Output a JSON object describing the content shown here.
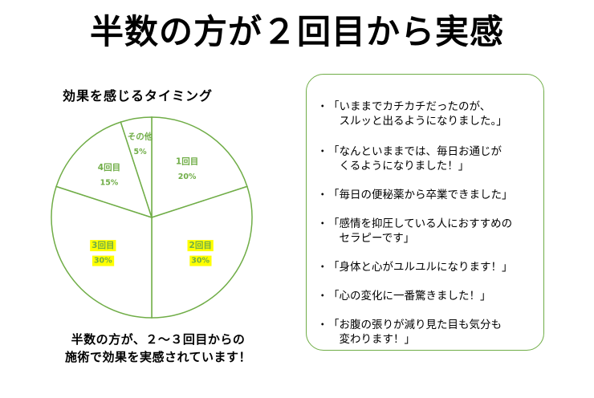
{
  "title": "半数の方が２回目から実感",
  "chart_data": {
    "type": "pie",
    "title": "効果を感じるタイミング",
    "slices": [
      {
        "label": "1回目",
        "value": 20,
        "value_label": "20%",
        "highlight": false
      },
      {
        "label": "2回目",
        "value": 30,
        "value_label": "30%",
        "highlight": true
      },
      {
        "label": "3回目",
        "value": 30,
        "value_label": "30%",
        "highlight": true
      },
      {
        "label": "4回目",
        "value": 15,
        "value_label": "15%",
        "highlight": false
      },
      {
        "label": "その他",
        "value": 5,
        "value_label": "5%",
        "highlight": false
      }
    ],
    "start_angle": "top",
    "direction": "clockwise",
    "colors": {
      "fill": "#ffffff",
      "stroke": "#70ad47",
      "label": "#70ad47",
      "highlight": "#ffff00"
    }
  },
  "caption": {
    "line1": "半数の方が、２〜３回目からの",
    "line2": "施術で効果を実感されています！"
  },
  "testimonials": {
    "bullet": "・",
    "items": [
      "「いままでカチカチだったのが、\n　スルッと出るようになりました。」",
      "「なんといままでは、毎日お通じが\n　くるようになりました！」",
      "「毎日の便秘薬から卒業できました」",
      "「感情を抑圧している人におすすめの\n　セラピーです」",
      "「身体と心がユルユルになります！」",
      "「心の変化に一番驚きました！」",
      "「お腹の張りが減り見た目も気分も\n　変わります！」"
    ],
    "border_color": "#70ad47"
  }
}
